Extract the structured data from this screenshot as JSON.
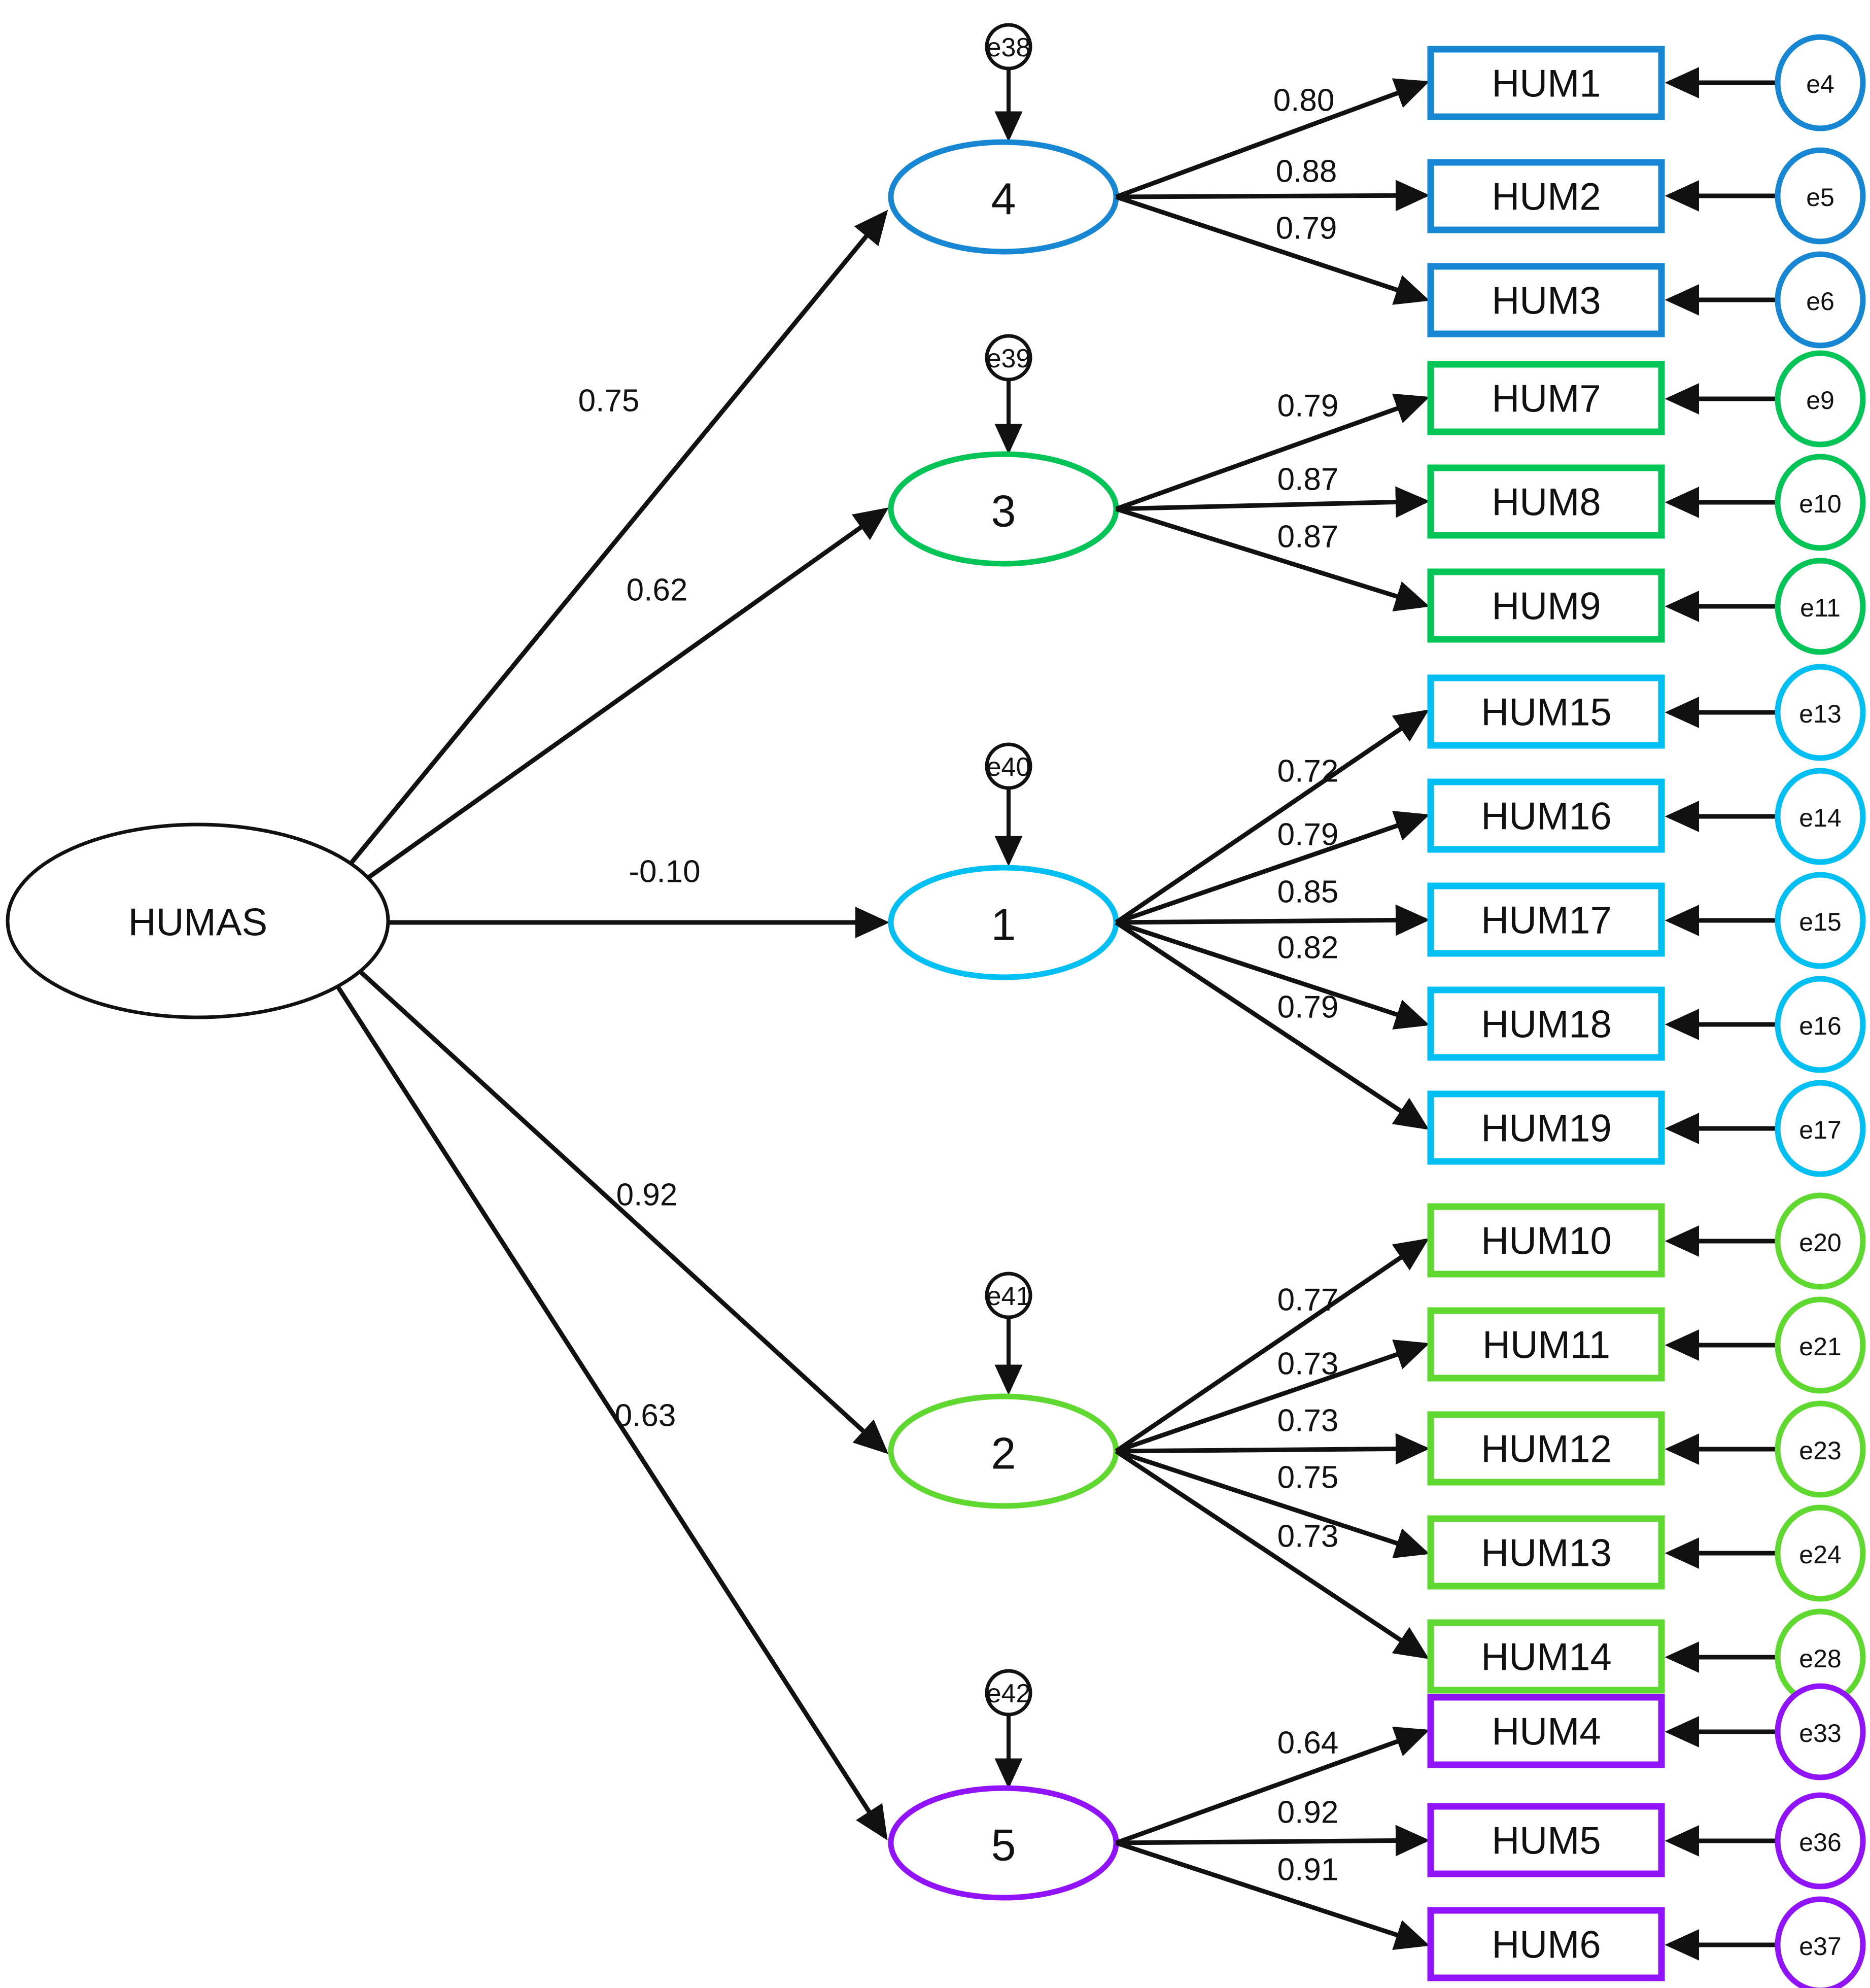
{
  "diagram": {
    "title": "HUMAS second-order confirmatory factor analysis path diagram",
    "exogenous": {
      "name": "HUMAS",
      "shape": "ellipse"
    },
    "colors": {
      "black": "#111111",
      "factor4_blue": "#1787d4",
      "factor3_green": "#03c457",
      "factor1_cyan": "#00bff3",
      "factor2_lime": "#5fd92f",
      "factor5_purple": "#9013fa"
    },
    "structural_paths": [
      {
        "from": "HUMAS",
        "to": "4",
        "coefficient": "0.75"
      },
      {
        "from": "HUMAS",
        "to": "3",
        "coefficient": "0.62"
      },
      {
        "from": "HUMAS",
        "to": "1",
        "coefficient": "-0.10"
      },
      {
        "from": "HUMAS",
        "to": "2",
        "coefficient": "0.92"
      },
      {
        "from": "HUMAS",
        "to": "5",
        "coefficient": "0.63"
      }
    ],
    "factors": [
      {
        "id": "f4",
        "label": "4",
        "color": "#1787d4",
        "disturbance": "e38",
        "indicators": [
          {
            "label": "HUM1",
            "loading": "0.80",
            "error": "e4"
          },
          {
            "label": "HUM2",
            "loading": "0.88",
            "error": "e5"
          },
          {
            "label": "HUM3",
            "loading": "0.79",
            "error": "e6"
          }
        ]
      },
      {
        "id": "f3",
        "label": "3",
        "color": "#03c457",
        "disturbance": "e39",
        "indicators": [
          {
            "label": "HUM7",
            "loading": "0.79",
            "error": "e9"
          },
          {
            "label": "HUM8",
            "loading": "0.87",
            "error": "e10"
          },
          {
            "label": "HUM9",
            "loading": "0.87",
            "error": "e11"
          }
        ]
      },
      {
        "id": "f1",
        "label": "1",
        "color": "#00bff3",
        "disturbance": "e40",
        "indicators": [
          {
            "label": "HUM15",
            "loading": "0.72",
            "error": "e13"
          },
          {
            "label": "HUM16",
            "loading": "0.79",
            "error": "e14"
          },
          {
            "label": "HUM17",
            "loading": "0.85",
            "error": "e15"
          },
          {
            "label": "HUM18",
            "loading": "0.82",
            "error": "e16"
          },
          {
            "label": "HUM19",
            "loading": "0.79",
            "error": "e17"
          }
        ]
      },
      {
        "id": "f2",
        "label": "2",
        "color": "#5fd92f",
        "disturbance": "e41",
        "indicators": [
          {
            "label": "HUM10",
            "loading": "0.77",
            "error": "e20"
          },
          {
            "label": "HUM11",
            "loading": "0.73",
            "error": "e21"
          },
          {
            "label": "HUM12",
            "loading": "0.73",
            "error": "e23"
          },
          {
            "label": "HUM13",
            "loading": "0.75",
            "error": "e24"
          },
          {
            "label": "HUM14",
            "loading": "0.73",
            "error": "e28"
          }
        ]
      },
      {
        "id": "f5",
        "label": "5",
        "color": "#9013fa",
        "disturbance": "e42",
        "indicators": [
          {
            "label": "HUM4",
            "loading": "0.64",
            "error": "e33"
          },
          {
            "label": "HUM5",
            "loading": "0.92",
            "error": "e36"
          },
          {
            "label": "HUM6",
            "loading": "0.91",
            "error": "e37"
          }
        ]
      }
    ]
  }
}
